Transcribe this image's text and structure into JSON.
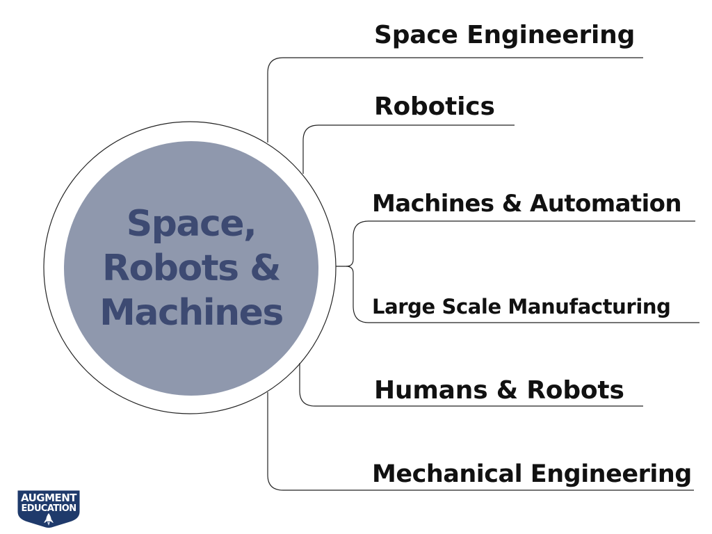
{
  "center": {
    "lines": [
      "Space,",
      "Robots &",
      "Machines"
    ],
    "fill_color": "#8f98ad",
    "text_color": "#3d4a72"
  },
  "branches": [
    {
      "label": "Space Engineering"
    },
    {
      "label": "Robotics"
    },
    {
      "label": "Machines & Automation"
    },
    {
      "label": "Large Scale Manufacturing"
    },
    {
      "label": "Humans & Robots"
    },
    {
      "label": "Mechanical Engineering"
    }
  ],
  "logo": {
    "text_line1": "AUGMENT",
    "text_line2": "EDUCATION",
    "color": "#1f3a6b",
    "icon": "rocket-icon"
  }
}
